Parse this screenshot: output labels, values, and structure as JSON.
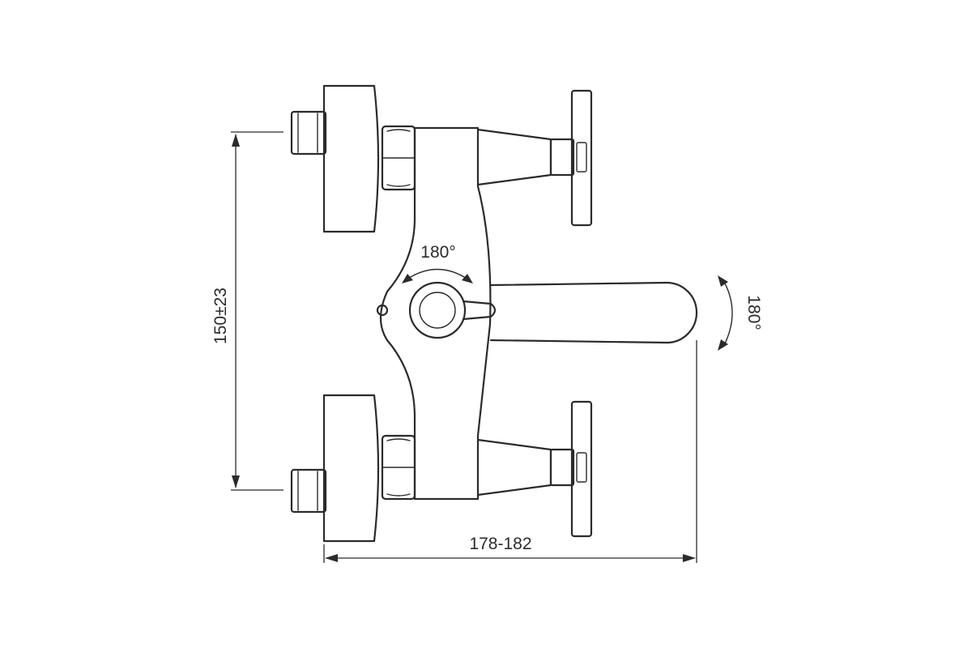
{
  "dimensions": {
    "height_label": "150±23",
    "width_label": "178-182",
    "lever_rotation_label": "180°",
    "spout_rotation_label": "180°"
  },
  "colors": {
    "line": "#2b2b2b",
    "background": "#ffffff"
  }
}
